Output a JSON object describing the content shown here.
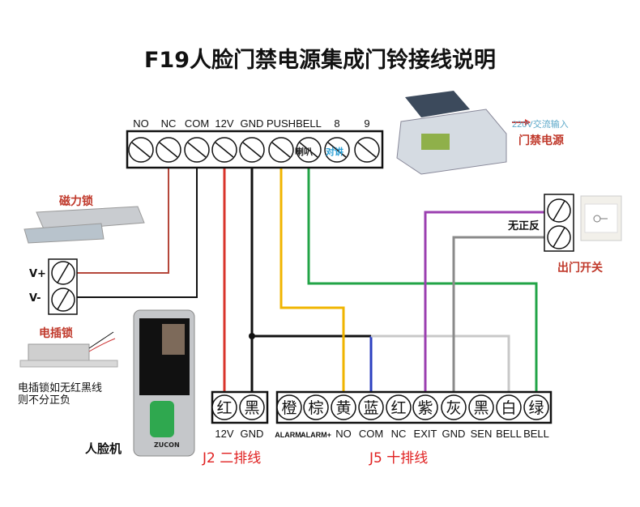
{
  "title": "F19人脸门禁电源集成门铃接线说明",
  "top_terminals": [
    "NO",
    "NC",
    "COM",
    "12V",
    "GND",
    "PUSH",
    "BELL",
    "8",
    "9"
  ],
  "top_terminal_marks": {
    "bell": "喇叭",
    "intercom": "对讲"
  },
  "power_supply": {
    "input_label": "220V交流输入",
    "name": "门禁电源"
  },
  "maglock": {
    "name": "磁力锁",
    "vplus": "V+",
    "vminus": "V-"
  },
  "strike_lock": {
    "name": "电插锁",
    "note_line1": "电插锁如无红黑线",
    "note_line2": "则不分正负"
  },
  "exit_button": {
    "name": "出门开关",
    "note": "无正反"
  },
  "face_terminal": {
    "name": "人脸机",
    "brand": "ZUCON"
  },
  "j2": {
    "name": "J2 二排线",
    "colors": [
      "红",
      "黑"
    ],
    "labels": [
      "12V",
      "GND"
    ]
  },
  "j5": {
    "name": "J5 十排线",
    "colors": [
      "橙",
      "棕",
      "黄",
      "蓝",
      "红",
      "紫",
      "灰",
      "黑",
      "白",
      "绿"
    ],
    "labels": [
      "ALARM-",
      "ALARM+",
      "NO",
      "COM",
      "NC",
      "EXIT",
      "GND",
      "SEN",
      "BELL",
      "BELL"
    ]
  },
  "wire_colors": {
    "red": "#d9342b",
    "brown": "#b5473a",
    "black": "#111111",
    "yellow": "#f0b400",
    "green": "#22a447",
    "purple": "#9b3fb0",
    "gray": "#8a8a8a",
    "lightgray": "#c8c8c8",
    "blue": "#2b3fc0"
  }
}
